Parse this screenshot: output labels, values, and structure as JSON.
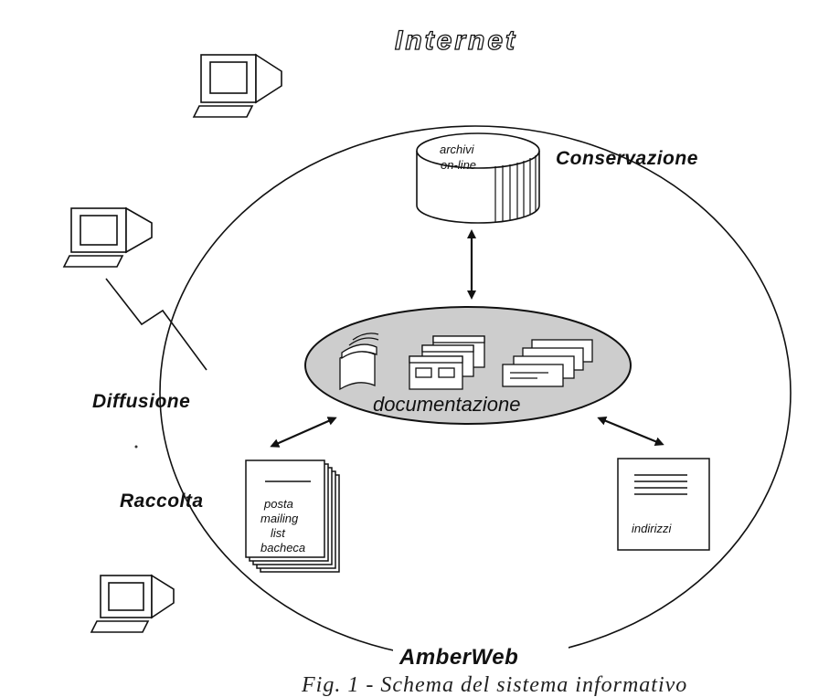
{
  "title": "Internet",
  "ring_label": "AmberWeb",
  "labels": {
    "conservazione": "Conservazione",
    "diffusione": "Diffusione",
    "raccolta": "Raccolta",
    "documentazione": "documentazione"
  },
  "archive": {
    "line1": "archivi",
    "line2": "on-line"
  },
  "mail_stack": {
    "lines": [
      "posta",
      "mailing",
      "list",
      "bacheca"
    ]
  },
  "addresses": {
    "label": "indirizzi"
  },
  "caption": "Fig. 1 - Schema del sistema informativo"
}
